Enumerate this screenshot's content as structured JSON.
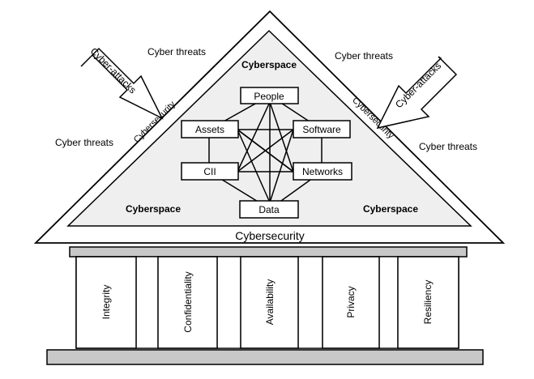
{
  "roof": {
    "outer_label": "Cybersecurity",
    "left_edge_label": "Cybersecurity",
    "right_edge_label": "Cybersecurity",
    "inner_labels": {
      "top": "Cyberspace",
      "left": "Cyberspace",
      "right": "Cyberspace"
    }
  },
  "threats": {
    "top_left": "Cyber threats",
    "top_right": "Cyber threats",
    "mid_left": "Cyber threats",
    "mid_right": "Cyber threats"
  },
  "attacks": {
    "left": "Cyber-attacks",
    "right": "Cyber-attacks"
  },
  "nodes": {
    "people": "People",
    "assets": "Assets",
    "software": "Software",
    "cii": "CII",
    "networks": "Networks",
    "data": "Data"
  },
  "pillars": [
    "Integrity",
    "Confidentiality",
    "Availability",
    "Privacy",
    "Resiliency"
  ],
  "colors": {
    "roof_fill": "#ffffff",
    "inner_fill": "#efefef",
    "beam_fill": "#c8c8c8",
    "base_fill": "#c8c8c8",
    "stroke": "#000000"
  }
}
